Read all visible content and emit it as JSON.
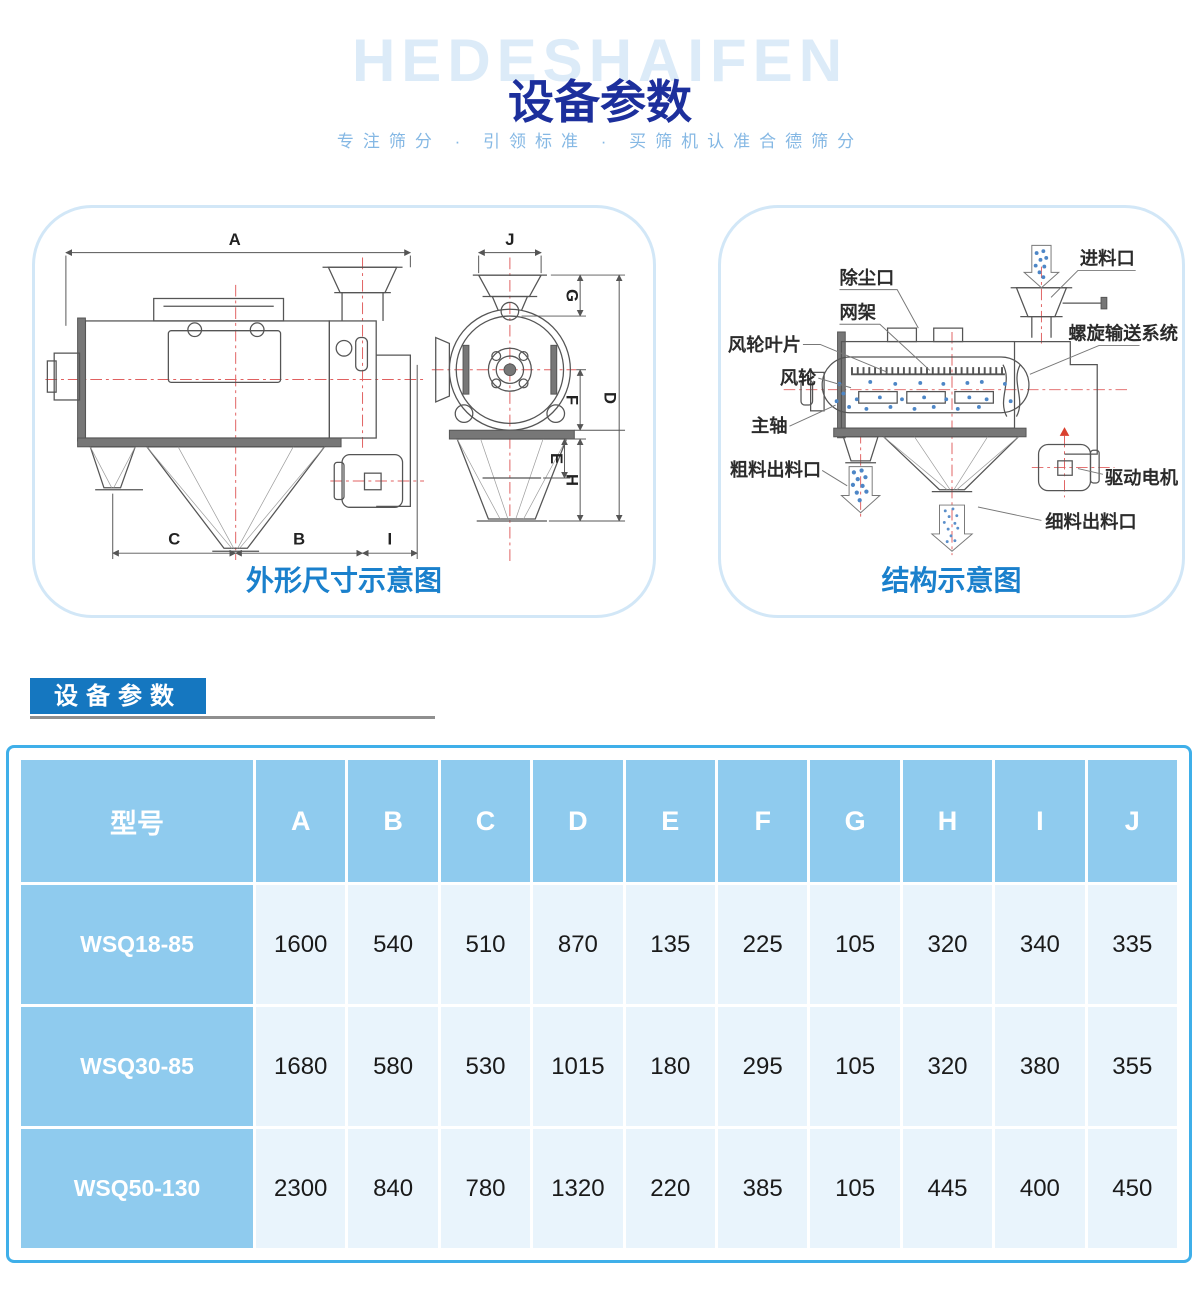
{
  "header": {
    "watermark": "HEDESHAIFEN",
    "title": "设备参数",
    "subtitle": "专注筛分 · 引领标准 · 买筛机认准合德筛分"
  },
  "cards": {
    "dimension": {
      "caption": "外形尺寸示意图",
      "dims": {
        "A": "A",
        "B": "B",
        "C": "C",
        "D": "D",
        "E": "E",
        "F": "F",
        "G": "G",
        "H": "H",
        "I": "I",
        "J": "J"
      }
    },
    "structure": {
      "caption": "结构示意图",
      "labels": {
        "fan_blades": "风轮叶片",
        "dust_port": "除尘口",
        "mesh_frame": "网架",
        "feed_inlet": "进料口",
        "screw_system": "螺旋输送系统",
        "fan_wheel": "风轮",
        "main_shaft": "主轴",
        "coarse_outlet": "粗料出料口",
        "drive_motor": "驱动电机",
        "fine_outlet": "细料出料口"
      }
    }
  },
  "section": {
    "title": "设备参数"
  },
  "table": {
    "columns": [
      "型号",
      "A",
      "B",
      "C",
      "D",
      "E",
      "F",
      "G",
      "H",
      "I",
      "J"
    ],
    "rows": [
      {
        "model": "WSQ18-85",
        "values": [
          "1600",
          "540",
          "510",
          "870",
          "135",
          "225",
          "105",
          "320",
          "340",
          "335"
        ]
      },
      {
        "model": "WSQ30-85",
        "values": [
          "1680",
          "580",
          "530",
          "1015",
          "180",
          "295",
          "105",
          "320",
          "380",
          "355"
        ]
      },
      {
        "model": "WSQ50-130",
        "values": [
          "2300",
          "840",
          "780",
          "1320",
          "220",
          "385",
          "105",
          "445",
          "400",
          "450"
        ]
      }
    ]
  },
  "colors": {
    "title_navy": "#1c2f9c",
    "subtitle_blue": "#85b8e4",
    "watermark_blue": "#dcebf8",
    "caption_blue": "#1a80cc",
    "section_bg_blue": "#1577c0",
    "table_border_blue": "#3fafe9",
    "table_header_cell": "#8fcbee",
    "table_data_cell": "#e9f4fc",
    "centerline_red": "#e06060",
    "particle_blue": "#4d86c6"
  }
}
